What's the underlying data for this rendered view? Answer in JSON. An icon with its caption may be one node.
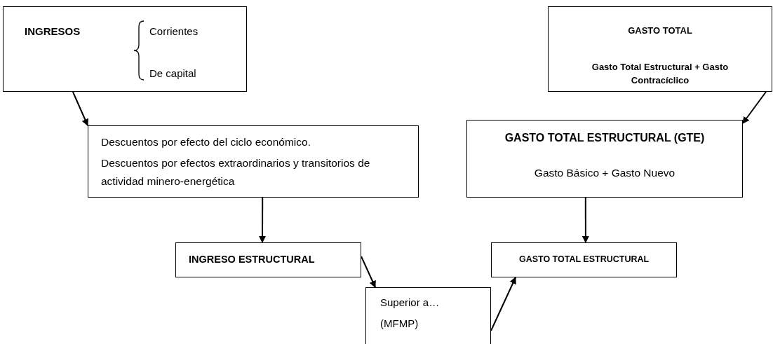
{
  "diagram": {
    "nodes": [
      {
        "text": [
          "INGRESOS",
          "Corrientes",
          "De capital"
        ]
      },
      {
        "text": [
          "GASTO TOTAL",
          "Gasto Total Estructural + Gasto Contracíclico"
        ]
      },
      {
        "text": [
          "Descuentos por efecto del ciclo económico.",
          "Descuentos por efectos extraordinarios y transitorios de actividad minero-energética"
        ]
      },
      {
        "text": [
          "GASTO TOTAL ESTRUCTURAL (GTE)",
          "Gasto Básico + Gasto Nuevo"
        ]
      },
      {
        "text": [
          "INGRESO ESTRUCTURAL"
        ]
      },
      {
        "text": [
          "GASTO TOTAL ESTRUCTURAL"
        ]
      },
      {
        "text": [
          "Superior a…",
          "(MFMP)"
        ]
      }
    ],
    "edges": [
      {
        "from": 0,
        "to": 2,
        "arrow": "to"
      },
      {
        "from": 1,
        "to": 3,
        "arrow": "to"
      },
      {
        "from": 2,
        "to": 4,
        "arrow": "to"
      },
      {
        "from": 3,
        "to": 5,
        "arrow": "to"
      },
      {
        "from": 4,
        "to": 6,
        "arrow": "to"
      },
      {
        "from": 6,
        "to": 5,
        "arrow": "to"
      }
    ]
  }
}
